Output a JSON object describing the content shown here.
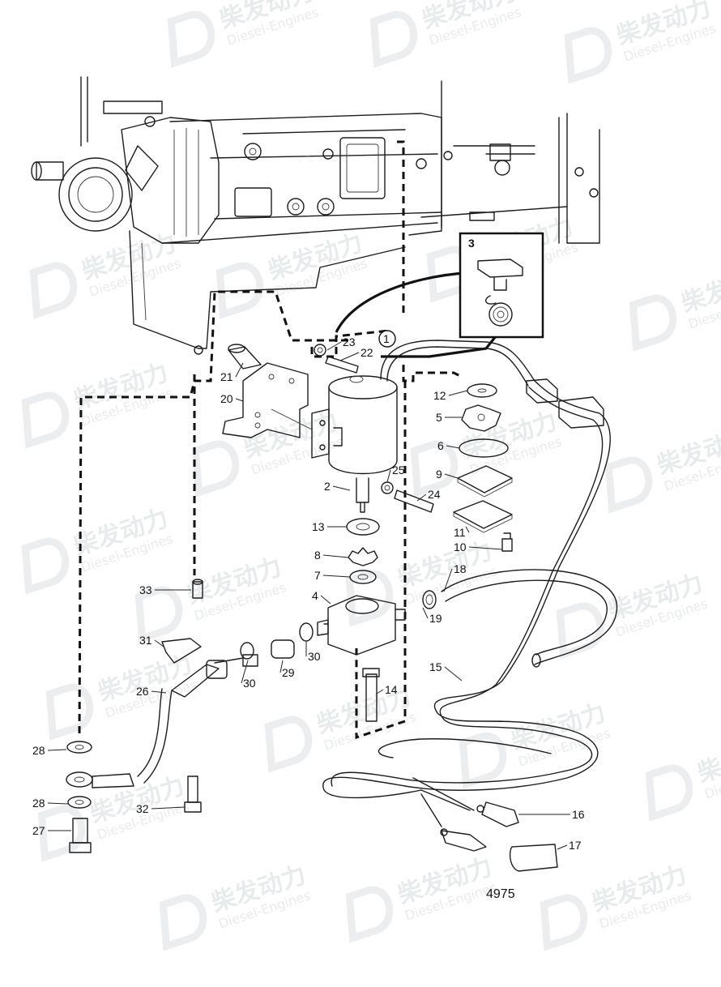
{
  "figure_number": "4975",
  "inset": {
    "label": "3"
  },
  "circled_label": "1",
  "watermark": {
    "text": "柴发动力",
    "subtext": "Diesel-Engines"
  },
  "callouts": [
    "2",
    "4",
    "5",
    "6",
    "7",
    "8",
    "9",
    "10",
    "11",
    "12",
    "13",
    "14",
    "15",
    "16",
    "17",
    "18",
    "19",
    "20",
    "21",
    "22",
    "23",
    "24",
    "25",
    "26",
    "27",
    "28",
    "28",
    "29",
    "30",
    "30",
    "31",
    "32",
    "33"
  ]
}
